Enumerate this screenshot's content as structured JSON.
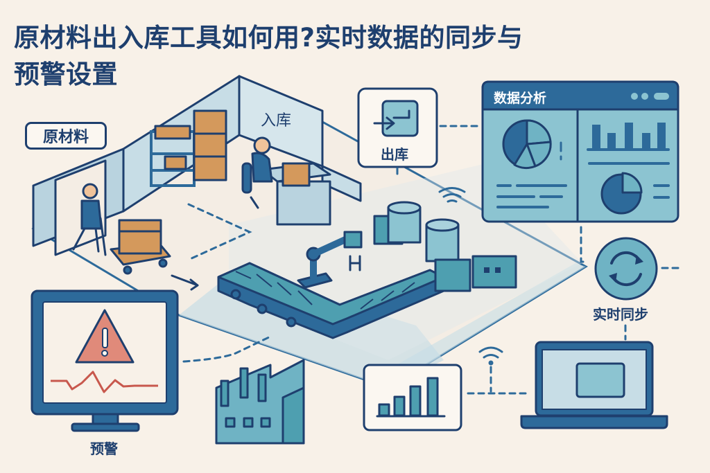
{
  "title": {
    "line1": "原材料出入库工具如何用?实时数据的同步与",
    "line2": "预警设置"
  },
  "labels": {
    "raw_material": "原材料",
    "inbound": "入库",
    "outbound": "出库",
    "dashboard_title": "数据分析",
    "realtime_sync": "实时同步",
    "alert": "预警"
  },
  "icons": {
    "outbound": "exit-arrow-icon",
    "sync": "refresh-cycle-icon",
    "alert": "warning-triangle-icon",
    "wifi": "wifi-signal-icon",
    "factory": "factory-icon",
    "laptop": "laptop-icon",
    "bar_chart": "bar-chart-icon",
    "pie_chart": "pie-chart-icon"
  },
  "colors": {
    "background": "#f8f1e8",
    "primary_dark": "#1e3f6e",
    "primary": "#2d6a9a",
    "teal": "#4e9fb0",
    "light_teal": "#8cc4d1",
    "pale_blue": "#c7dde6",
    "box_orange": "#d4995c",
    "alert_red": "#e08a7a",
    "alert_line": "#c8584d"
  },
  "bar_chart_small": {
    "values": [
      1,
      2,
      3,
      4
    ]
  },
  "dashboard_bars": {
    "values": [
      5,
      3,
      5,
      3,
      5
    ]
  }
}
